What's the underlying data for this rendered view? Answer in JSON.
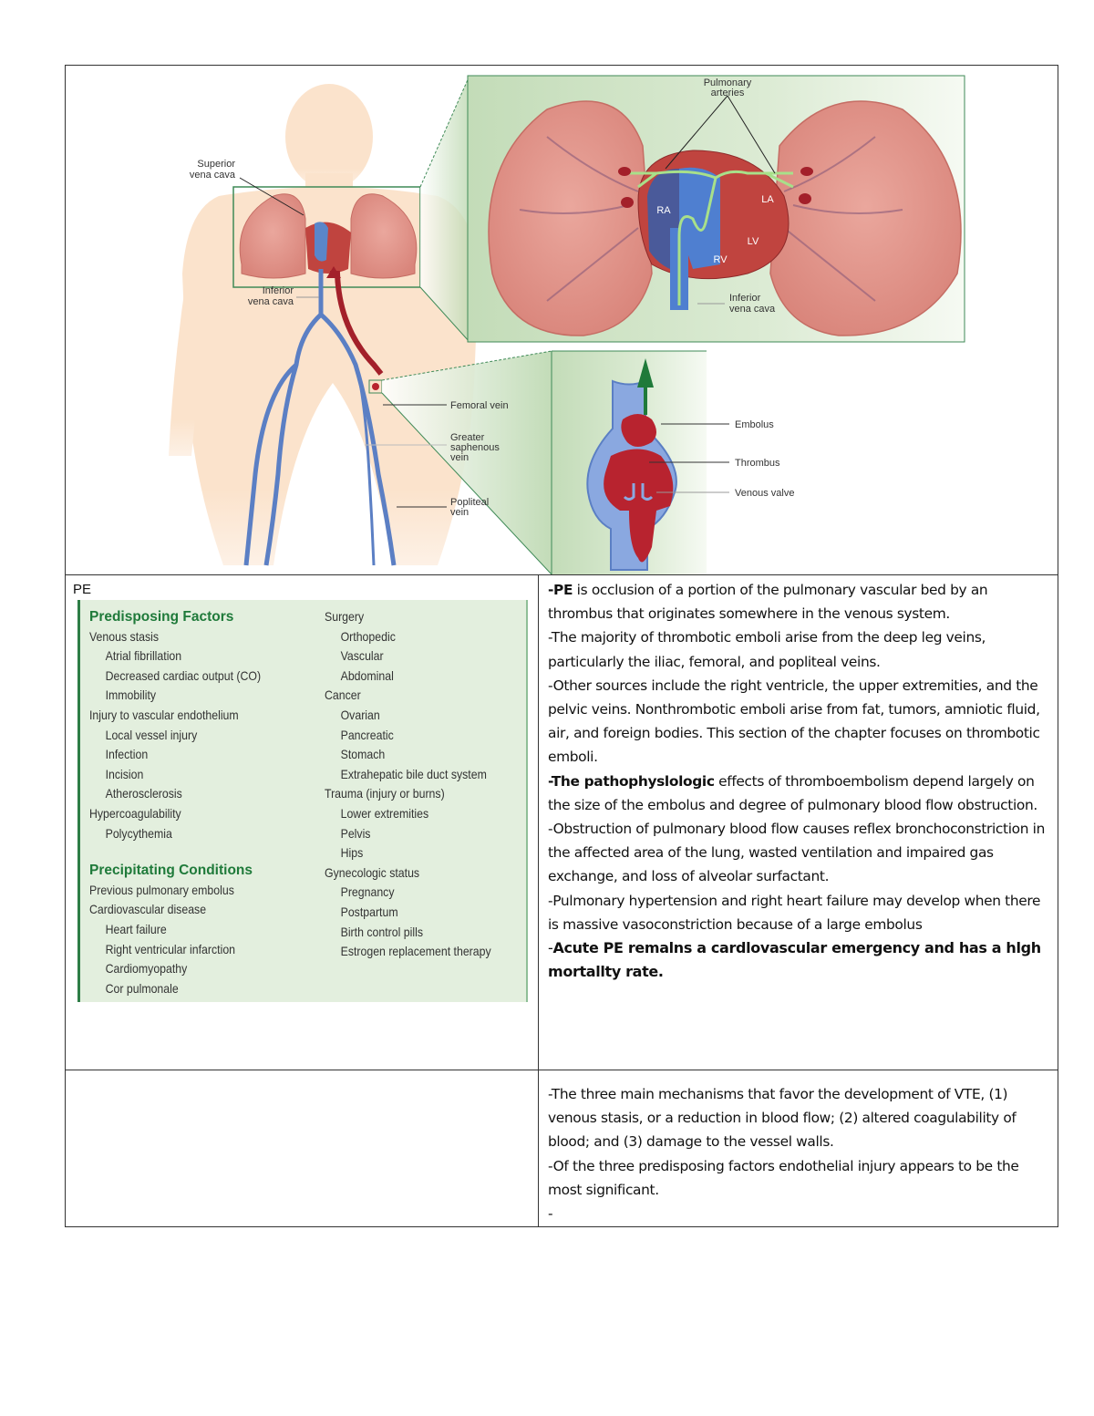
{
  "figure": {
    "body_labels": {
      "superior_vena_cava": [
        "Superior",
        "vena cava"
      ],
      "inferior_vena_cava": [
        "Inferior",
        "vena cava"
      ],
      "femoral_vein": "Femoral vein",
      "greater_saphenous_vein": [
        "Greater",
        "saphenous",
        "vein"
      ],
      "popliteal_vein": [
        "Popliteal",
        "vein"
      ]
    },
    "heart_inset_labels": {
      "pulmonary_arteries": [
        "Pulmonary",
        "arteries"
      ],
      "ra": "RA",
      "la": "LA",
      "lv": "LV",
      "rv": "RV",
      "inferior_vena_cava": [
        "Inferior",
        "vena cava"
      ]
    },
    "vein_inset_labels": {
      "embolus": "Embolus",
      "thrombus": "Thrombus",
      "venous_valve": "Venous valve"
    },
    "colors": {
      "skin": "#fbe3cc",
      "lung": "#e0938a",
      "vein_blue": "#5b7fc4",
      "artery_red": "#a3202a",
      "clot_red": "#b8232f",
      "inset_green": "#cfe3c6",
      "arrow_green": "#1f7a3a",
      "flow_green": "#a8e08a"
    }
  },
  "row2": {
    "label": "PE",
    "factors": {
      "predisposing_heading": "Predisposing Factors",
      "left_items": [
        {
          "text": "Venous stasis",
          "indent": 0
        },
        {
          "text": "Atrial fibrillation",
          "indent": 1
        },
        {
          "text": "Decreased cardiac output (CO)",
          "indent": 1
        },
        {
          "text": "Immobility",
          "indent": 1
        },
        {
          "text": "Injury to vascular endothelium",
          "indent": 0
        },
        {
          "text": "Local vessel injury",
          "indent": 1
        },
        {
          "text": "Infection",
          "indent": 1
        },
        {
          "text": "Incision",
          "indent": 1
        },
        {
          "text": "Atherosclerosis",
          "indent": 1
        },
        {
          "text": "Hypercoagulability",
          "indent": 0
        },
        {
          "text": "Polycythemia",
          "indent": 1
        }
      ],
      "precipitating_heading": "Precipitating Conditions",
      "precipitating_items": [
        {
          "text": "Previous pulmonary embolus",
          "indent": 0
        },
        {
          "text": "Cardiovascular disease",
          "indent": 0
        },
        {
          "text": "Heart failure",
          "indent": 1
        },
        {
          "text": "Right ventricular infarction",
          "indent": 1
        },
        {
          "text": "Cardiomyopathy",
          "indent": 1
        },
        {
          "text": "Cor pulmonale",
          "indent": 1
        }
      ],
      "right_items": [
        {
          "text": "Surgery",
          "indent": 0
        },
        {
          "text": "Orthopedic",
          "indent": 1
        },
        {
          "text": "Vascular",
          "indent": 1
        },
        {
          "text": "Abdominal",
          "indent": 1
        },
        {
          "text": "Cancer",
          "indent": 0
        },
        {
          "text": "Ovarian",
          "indent": 1
        },
        {
          "text": "Pancreatic",
          "indent": 1
        },
        {
          "text": "Stomach",
          "indent": 1
        },
        {
          "text": "Extrahepatic bile duct system",
          "indent": 1
        },
        {
          "text": "Trauma (injury or burns)",
          "indent": 0
        },
        {
          "text": "Lower extremities",
          "indent": 1
        },
        {
          "text": "Pelvis",
          "indent": 1
        },
        {
          "text": "Hips",
          "indent": 1
        },
        {
          "text": "Gynecologic status",
          "indent": 0
        },
        {
          "text": "Pregnancy",
          "indent": 1
        },
        {
          "text": "Postpartum",
          "indent": 1
        },
        {
          "text": "Birth control pills",
          "indent": 1
        },
        {
          "text": "Estrogen replacement therapy",
          "indent": 1
        }
      ]
    },
    "notes": {
      "p1_bold": "-PE",
      "p1_rest": " is occlusion of a portion of the pulmonary vascular bed by an thrombus that originates somewhere in the venous system.",
      "p2": "-The majority of thrombotic emboli arise from the deep leg veins, particularly the iliac, femoral, and popliteal veins.",
      "p3": "-Other sources include the right ventricle, the upper extremities, and the pelvic veins. Nonthrombotic emboli arise from fat, tumors, amniotic fluid, air, and foreign bodies. This section of the chapter focuses on thrombotic emboli.",
      "p4_bold": "-The pathophyslologic",
      "p4_rest": " effects of thromboembolism depend largely on the size of the embolus and degree of pulmonary blood flow obstruction.",
      "p5": "-Obstruction of pulmonary blood flow causes reflex bronchoconstriction in the affected area of the lung, wasted ventilation and impaired gas exchange, and loss of alveolar surfactant.",
      "p6": "-Pulmonary hypertension and right heart failure may develop when there is massive vasoconstriction because of a large embolus",
      "p7_dash": "-",
      "p7_bold": "Acute PE remalns a cardlovascular emergency and has a hlgh mortallty rate."
    }
  },
  "row3": {
    "notes": {
      "p1": "-The three main mechanisms that favor the development of VTE, (1) venous stasis, or a reduction in blood flow; (2) altered coagulability of blood; and (3) damage to the vessel walls.",
      "p2": "-Of the three predisposing factors endothelial injury appears to be the most significant.",
      "p3": "-"
    }
  }
}
